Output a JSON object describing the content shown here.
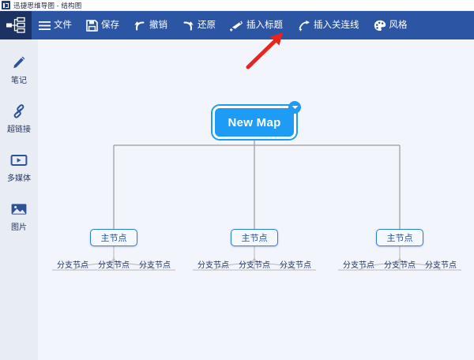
{
  "titlebar": {
    "app_title": "迅捷思维导图 - 结构图",
    "logo_icon": "mindmap-logo-icon"
  },
  "toolbar": {
    "app_icon": "mindmap-tree-icon",
    "items": [
      {
        "label": "文件",
        "icon": "hamburger-menu-icon"
      },
      {
        "label": "保存",
        "icon": "floppy-save-icon"
      },
      {
        "label": "撤销",
        "icon": "undo-arrow-icon"
      },
      {
        "label": "还原",
        "icon": "redo-arrow-icon"
      },
      {
        "label": "插入标题",
        "icon": "tag-plus-icon"
      },
      {
        "label": "插入关连线",
        "icon": "curved-arrow-plus-icon"
      },
      {
        "label": "风格",
        "icon": "palette-icon"
      }
    ]
  },
  "sidebar": {
    "items": [
      {
        "label": "笔记",
        "icon": "pen-icon"
      },
      {
        "label": "超链接",
        "icon": "link-icon"
      },
      {
        "label": "多媒体",
        "icon": "media-film-icon"
      },
      {
        "label": "图片",
        "icon": "image-icon"
      }
    ]
  },
  "canvas": {
    "root": {
      "label": "New Map",
      "badge_icon": "chevron-down-icon"
    },
    "main_nodes": [
      {
        "label": "主节点"
      },
      {
        "label": "主节点"
      },
      {
        "label": "主节点"
      }
    ],
    "branch_label": "分支节点",
    "branches": [
      [
        "分支节点",
        "分支节点",
        "分支节点"
      ],
      [
        "分支节点",
        "分支节点",
        "分支节点"
      ],
      [
        "分支节点",
        "分支节点",
        "分支节点"
      ]
    ]
  },
  "annotation": {
    "arrow_icon": "red-pointer-arrow-icon",
    "color": "#e8241c"
  },
  "colors": {
    "toolbar_blue": "#2c55a4",
    "toolbar_logo_navy": "#1c3263",
    "sidebar_bg": "#e8ecf3",
    "canvas_bg": "#f2f5fc",
    "root_node_blue": "#1e9bf5",
    "node_border_blue": "#2a7de1",
    "node_text_blue": "#1b4f9c",
    "wire_gray": "#9a9a9a"
  }
}
